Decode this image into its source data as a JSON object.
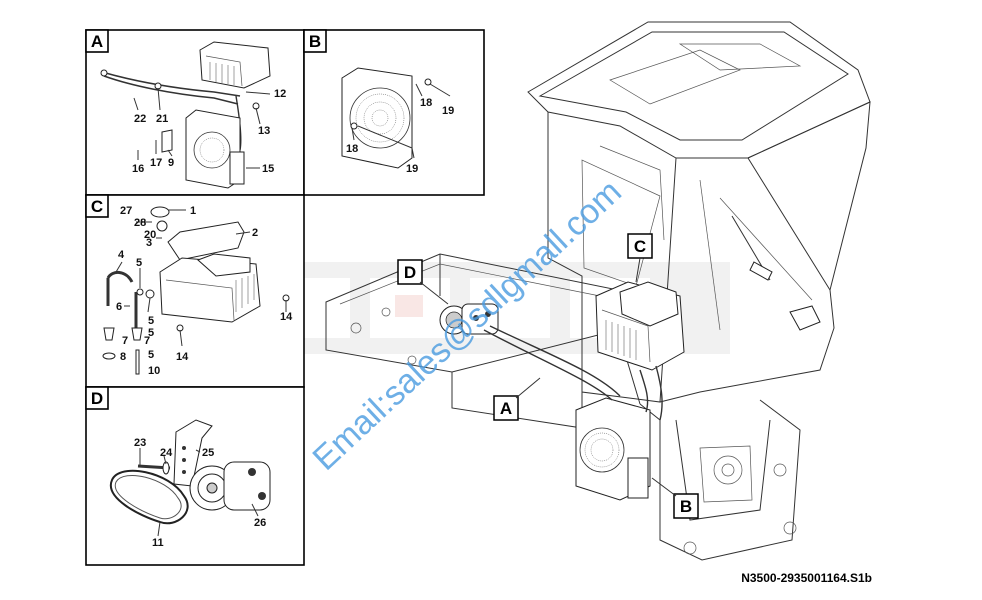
{
  "diagram": {
    "reference_code": "N3500-2935001164.S1b",
    "watermark": {
      "logo_text": "SDLG",
      "email": "Email:sales@sdlgmall.com"
    },
    "panels": [
      {
        "letter": "A",
        "callouts": [
          "12",
          "13",
          "22",
          "21",
          "16",
          "17",
          "9",
          "15"
        ]
      },
      {
        "letter": "B",
        "callouts": [
          "18",
          "19",
          "18",
          "19"
        ]
      },
      {
        "letter": "C",
        "callouts": [
          "27",
          "1",
          "28",
          "20",
          "3",
          "2",
          "4",
          "5",
          "6",
          "5",
          "7",
          "7",
          "5",
          "8",
          "5",
          "10",
          "14",
          "14"
        ]
      },
      {
        "letter": "D",
        "callouts": [
          "23",
          "24",
          "25",
          "11",
          "26"
        ]
      }
    ],
    "main_labels": [
      "C",
      "D",
      "A",
      "B"
    ]
  }
}
